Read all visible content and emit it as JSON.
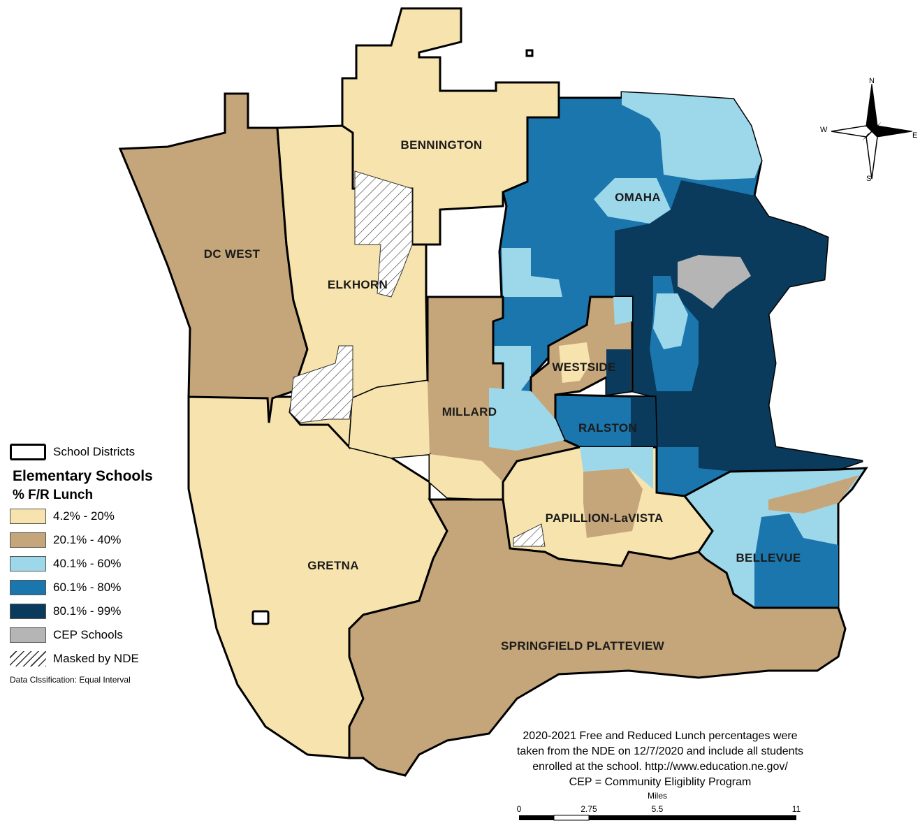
{
  "colors": {
    "c1": "#f7e3ae",
    "c2": "#c5a67a",
    "c3": "#9dd8ea",
    "c4": "#1a76ad",
    "c5": "#0a3a5c",
    "cep": "#b5b5b5"
  },
  "districts": {
    "bennington": "BENNINGTON",
    "omaha": "OMAHA",
    "dc_west": "DC WEST",
    "elkhorn": "ELKHORN",
    "westside": "WESTSIDE",
    "millard": "MILLARD",
    "ralston": "RALSTON",
    "papillion": "PAPILLION-LaVISTA",
    "bellevue": "BELLEVUE",
    "gretna": "GRETNA",
    "springfield": "SPRINGFIELD PLATTEVIEW"
  },
  "legend": {
    "districts_label": "School Districts",
    "title": "Elementary Schools",
    "subtitle": "% F/R Lunch",
    "classes": [
      "4.2% - 20%",
      "20.1% - 40%",
      "40.1% - 60%",
      "60.1% - 80%",
      "80.1% - 99%"
    ],
    "cep": "CEP Schools",
    "masked": "Masked by NDE",
    "classification": "Data Clssification: Equal Interval"
  },
  "note": {
    "line1": "2020-2021 Free and Reduced Lunch percentages were",
    "line2": "taken from the NDE on 12/7/2020 and include all students",
    "line3": "enrolled at the school. http://www.education.ne.gov/",
    "line4": "CEP = Community Eligiblity Program"
  },
  "scale": {
    "unit": "Miles",
    "t0": "0",
    "t1": "2.75",
    "t2": "5.5",
    "t3": "11"
  },
  "compass": {
    "n": "N",
    "s": "S",
    "e": "E",
    "w": "W"
  }
}
